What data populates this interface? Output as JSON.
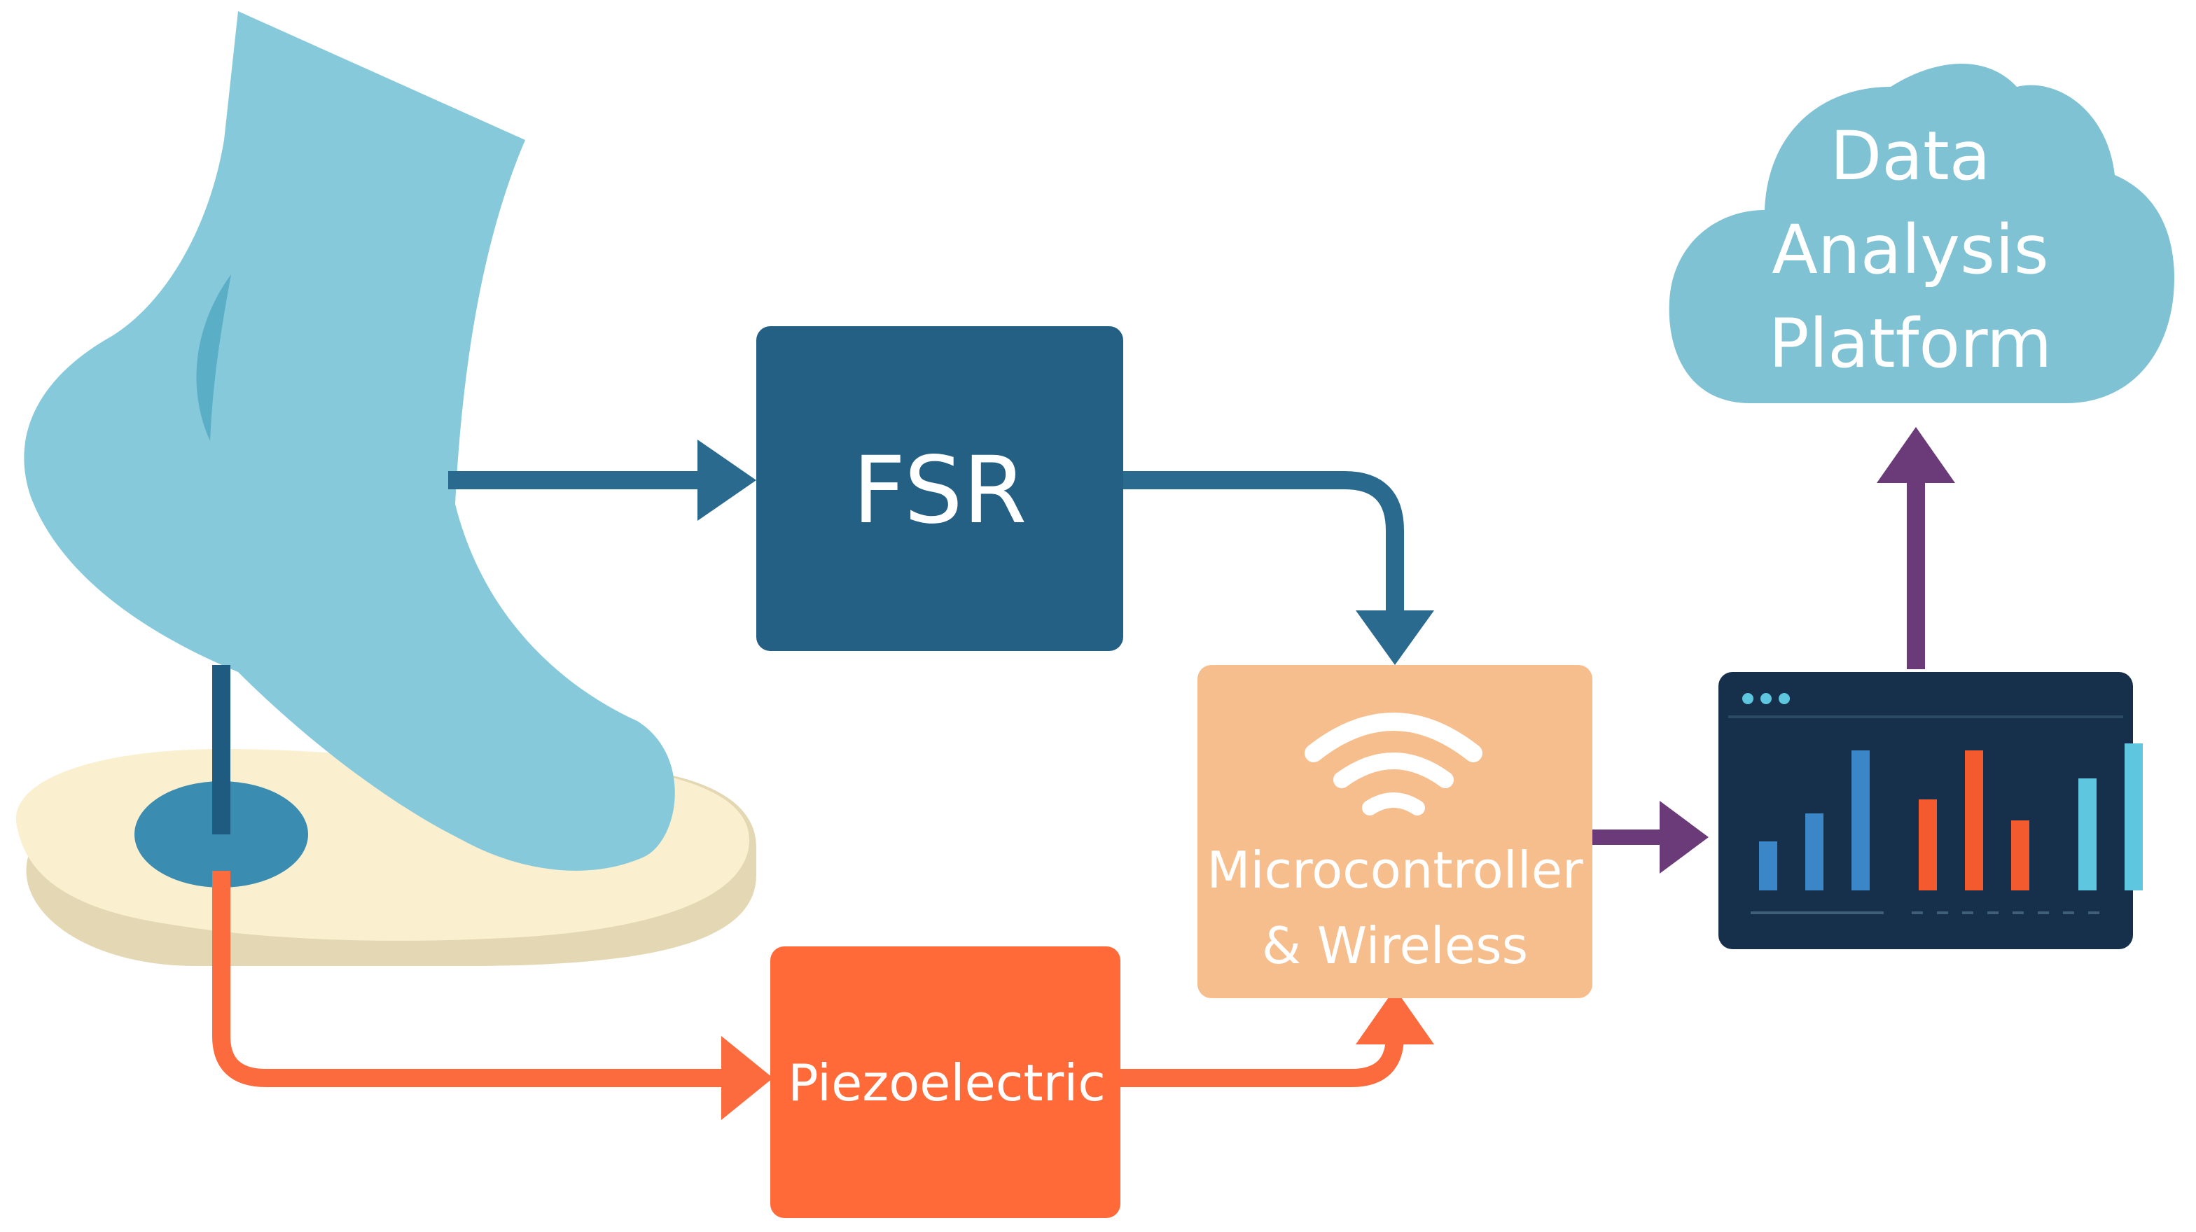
{
  "diagram": {
    "fsr_label": "FSR",
    "piezo_label": "Piezoelectric",
    "mcu_label_line1": "Microcontroller",
    "mcu_label_line2": "& Wireless",
    "cloud_label_line1": "Data",
    "cloud_label_line2": "Analysis",
    "cloud_label_line3": "Platform"
  },
  "colors": {
    "foot": "#86c9da",
    "foot_shadow": "#5aaec5",
    "insole_top": "#faefcf",
    "insole_side": "#e4d8b4",
    "sensor_pad": "#3a8cb0",
    "fsr_box": "#245f84",
    "blue_arrow": "#2a6a8f",
    "piezo_box": "#ff6a38",
    "orange_arrow": "#fb6b3d",
    "mcu_box": "#f6bd8d",
    "purple_arrow": "#6b3a78",
    "monitor_bg": "#16304b",
    "bar_blue": "#3a86c6",
    "bar_orange": "#f35a2e",
    "bar_cyan": "#5ec6de",
    "cloud": "#7fc2d3"
  },
  "icons": [
    "foot-icon",
    "insole-icon",
    "wifi-icon",
    "dashboard-monitor-icon",
    "cloud-icon"
  ],
  "dashboard_chart": {
    "groups": [
      {
        "color": "blue",
        "values": [
          0.35,
          0.55,
          1.0
        ]
      },
      {
        "color": "orange",
        "values": [
          0.65,
          1.0,
          0.5
        ]
      },
      {
        "color": "cyan",
        "values": [
          0.8,
          1.05
        ]
      }
    ]
  }
}
